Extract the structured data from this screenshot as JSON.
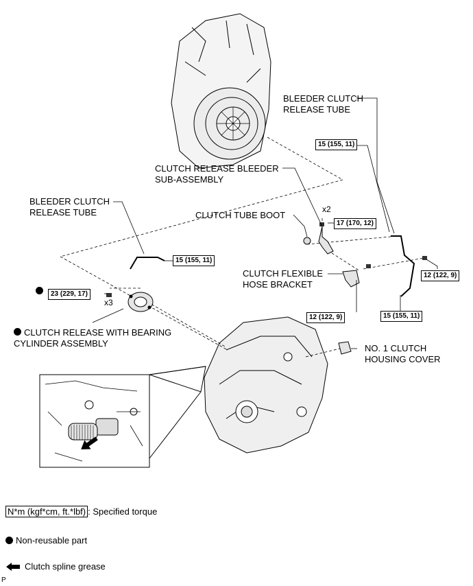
{
  "labels": {
    "bleeder_tube_right": "BLEEDER CLUTCH\nRELEASE TUBE",
    "release_bleeder": "CLUTCH RELEASE BLEEDER\nSUB-ASSEMBLY",
    "bleeder_tube_left": "BLEEDER CLUTCH\nRELEASE TUBE",
    "tube_boot": "CLUTCH TUBE BOOT",
    "flexible_bracket": "CLUTCH FLEXIBLE\nHOSE BRACKET",
    "release_bearing": "CLUTCH RELEASE WITH BEARING\nCYLINDER ASSEMBLY",
    "housing_cover": "NO. 1 CLUTCH\nHOUSING COVER"
  },
  "torques": {
    "t1": "15 (155, 11)",
    "t2": "17 (170, 12)",
    "t3": "15 (155, 11)",
    "t4": "12 (122, 9)",
    "t5": "23 (229, 17)",
    "t6": "12 (122, 9)",
    "t7": "15 (155, 11)"
  },
  "quantities": {
    "x2": "x2",
    "x3": "x3"
  },
  "legend": {
    "torque_box": "N*m (kgf*cm, ft.*lbf)",
    "torque_desc": ": Specified torque",
    "non_reusable": "Non-reusable part",
    "spline_grease": "Clutch spline grease"
  },
  "footer": {
    "code": "P"
  }
}
